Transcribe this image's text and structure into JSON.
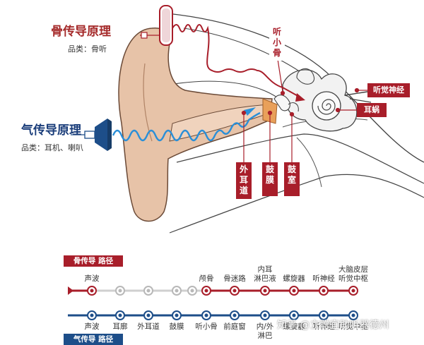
{
  "bone": {
    "title": "骨传导原理",
    "subtitle": "品类：骨听"
  },
  "air": {
    "title": "气传导原理",
    "subtitle": "品类：耳机、喇叭"
  },
  "labels": {
    "ossicles": "听小骨",
    "auditory_nerve": "听觉神经",
    "cochlea": "耳蜗",
    "ear_canal": "外耳道",
    "eardrum": "鼓膜",
    "tympanic_cavity": "鼓室"
  },
  "bone_path": {
    "badge": "骨传导 路径",
    "steps": [
      {
        "text": "声波",
        "active": true
      },
      {
        "text": "",
        "active": false
      },
      {
        "text": "",
        "active": false
      },
      {
        "text": "",
        "active": false
      },
      {
        "text": "",
        "active": false
      },
      {
        "text": "颅骨",
        "active": true
      },
      {
        "text": "骨迷路",
        "active": true
      },
      {
        "text": "内耳\n淋巴液",
        "active": true
      },
      {
        "text": "螺旋器",
        "active": true
      },
      {
        "text": "听神经",
        "active": true
      },
      {
        "text": "大脑皮层\n听觉中枢",
        "active": true
      }
    ]
  },
  "air_path": {
    "badge": "气传导 路径",
    "steps": [
      {
        "text": "声波"
      },
      {
        "text": "耳廓"
      },
      {
        "text": "外耳道"
      },
      {
        "text": "鼓膜"
      },
      {
        "text": "听小骨"
      },
      {
        "text": "前庭窗"
      },
      {
        "text": "内/外\n淋巴"
      },
      {
        "text": "螺旋器"
      },
      {
        "text": "听神经"
      },
      {
        "text": "听觉中枢"
      }
    ]
  },
  "watermark": "知乎 @立聪宜助听器德州",
  "colors": {
    "red": "#a81e2a",
    "blue": "#1d4e89",
    "skin": "#e7c3a8",
    "grey": "#cfcfcf"
  }
}
